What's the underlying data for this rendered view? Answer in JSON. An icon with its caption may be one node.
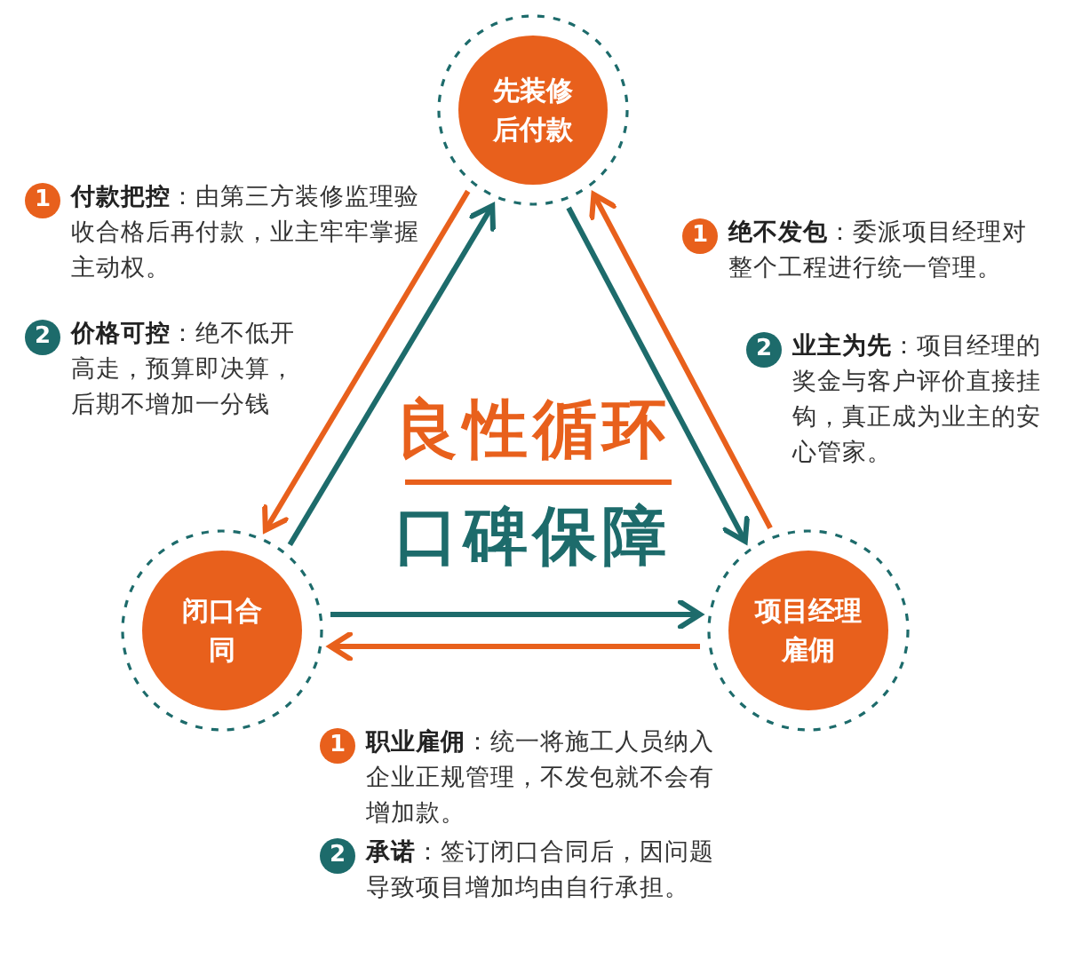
{
  "diagram": {
    "nodes": [
      {
        "text": [
          "先装修后付款"
        ]
      },
      {
        "text": [
          "闭口合同"
        ]
      },
      {
        "text": [
          "项目经理雇佣"
        ]
      }
    ],
    "edges": [
      {
        "from": 1,
        "to": 0,
        "arrow": "to",
        "color": "#1d6b6b"
      },
      {
        "from": 0,
        "to": 1,
        "arrow": "to",
        "color": "#e8601c"
      },
      {
        "from": 0,
        "to": 2,
        "arrow": "to",
        "color": "#1d6b6b"
      },
      {
        "from": 2,
        "to": 0,
        "arrow": "to",
        "color": "#e8601c"
      },
      {
        "from": 1,
        "to": 2,
        "arrow": "to",
        "color": "#1d6b6b"
      },
      {
        "from": 2,
        "to": 1,
        "arrow": "to",
        "color": "#e8601c"
      }
    ],
    "labels": [
      "1",
      "**付款把控**：由第三方装修监理验收合格后再付款，业主牢牢掌握主动权。",
      "1",
      "**绝不发包**：委派项目经理对整个工程进行统一管理。",
      "2",
      "**价格可控**：绝不低开高走，预算即决算，后期不增加一分钱",
      "2",
      "**业主为先**：项目经理的奖金与客户评价直接挂钩，真正成为业主的安心管家。",
      "良性循环",
      "口碑保障",
      "1",
      "**职业雇佣**：统一将施工人员纳入企业正规管理，不发包就不会有增加款。",
      "2",
      "**承诺**：签订闭口合同后，因问题导致项目增加均由自行承担。"
    ]
  }
}
